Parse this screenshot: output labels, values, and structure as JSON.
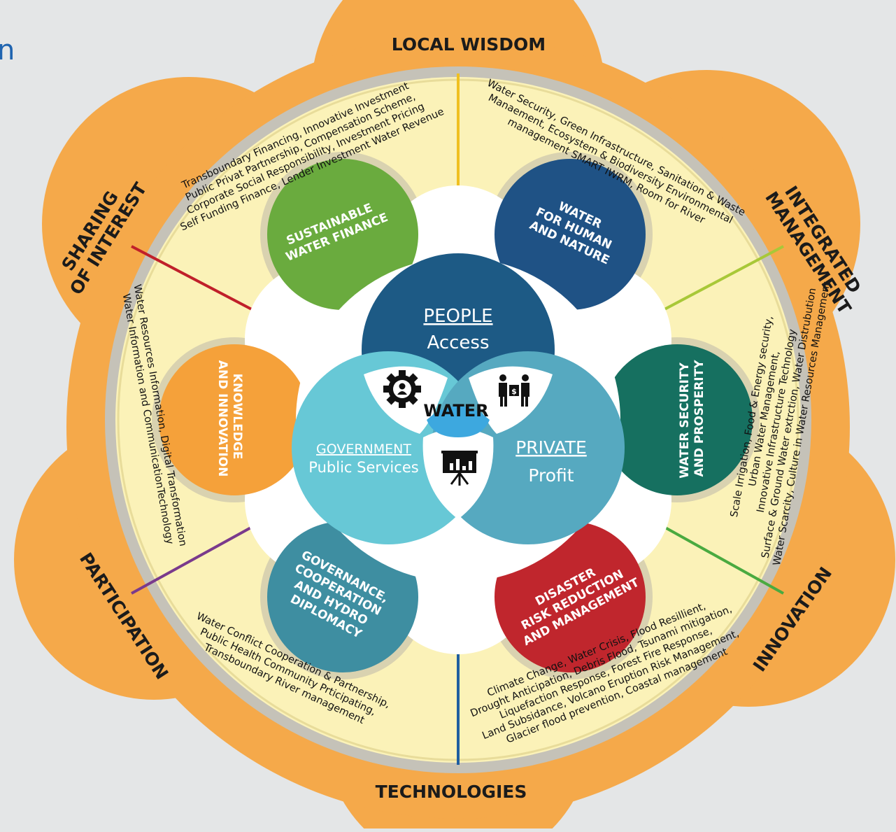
{
  "corner_mark": "n",
  "outer_labels": {
    "local_wisdom": "LOCAL WISDOM",
    "integrated_management": [
      "INTEGRATED",
      "MANAGEMENT"
    ],
    "innovation": "INNOVATION",
    "technologies": "TECHNOLOGIES",
    "participation": "PARTICIPATION",
    "sharing_of_interest": [
      "SHARING",
      "OF INTEREST"
    ]
  },
  "petals": {
    "finance": [
      "SUSTAINABLE",
      "WATER FINANCE"
    ],
    "human_nature": [
      "WATER",
      "FOR HUMAN",
      "AND NATURE"
    ],
    "security": [
      "WATER SECURITY",
      "AND PROSPERITY"
    ],
    "disaster": [
      "DISASTER",
      "RISK REDUCTION",
      "AND MANAGEMENT"
    ],
    "governance": [
      "GOVERNANCE,",
      "COOPERATION",
      "AND HYDRO",
      "DIPLOMACY"
    ],
    "knowledge": [
      "KNOWLEDGE",
      "AND INNOVATION"
    ]
  },
  "details": {
    "finance": [
      "Transboundary Financing, Innovative Investment",
      "Public Privat Partnership, Compensation Scheme,",
      "Corporate Social Responsibility, Investment Pricing",
      "Self Funding Finance, Lender Investment Water Revenue"
    ],
    "human_nature": [
      "Water Security, Green Infrastructure, Sanitation & Waste",
      "Manaement, Ecosystem & Biodiversity Environmental",
      "management SMART IWRM, Room for River"
    ],
    "security": [
      "Scale Irrigation, Food & Energy security,",
      "Urban Water Management,",
      "Innovative Infrastructure Technology",
      "Surface & Ground Water extrction, Water Distrubution",
      "Water Scarcity, Culture in Water Resources Management"
    ],
    "disaster": [
      "Climate Change, Water Crisis, Flood Resillient,",
      "Drought Anticipation, Debris Flood, Tsunami mitigation,",
      "Liquefaction Response, Forest Fire Response,",
      "Land Subsidance, Volcano Eruption Risk Management,",
      "Glacier flood prevention, Coastal management"
    ],
    "governance": [
      "Water Conflict Cooperation & Partnership,",
      "Public Health Community Prticipating,",
      "Transboundary River management"
    ],
    "knowledge": [
      "Water Resources Information, Digital Transformation",
      "Water Information and CommunicationTechnology"
    ]
  },
  "center": {
    "people_title": "PEOPLE",
    "people_sub": "Access",
    "government_title": "GOVERNMENT",
    "government_sub": "Public Services",
    "private_title": "PRIVATE",
    "private_sub": "Profit",
    "water": "WATER"
  },
  "colors": {
    "background": "#e4e6e7",
    "outer_orange": "#f5a94a",
    "ring_grey": "#c5c2b8",
    "cream": "#fbf2b8",
    "finance": "#6aab3e",
    "human_nature": "#1f5285",
    "security": "#167060",
    "disaster": "#c0262d",
    "governance": "#3e8ea1",
    "knowledge": "#f5a13a",
    "people": "#1d5a85",
    "government": "#67c8d6",
    "private": "#56a9c0",
    "water_center": "#3da8df"
  },
  "icons": [
    "gear-person-icon",
    "handshake-money-icon",
    "presentation-chart-icon"
  ]
}
